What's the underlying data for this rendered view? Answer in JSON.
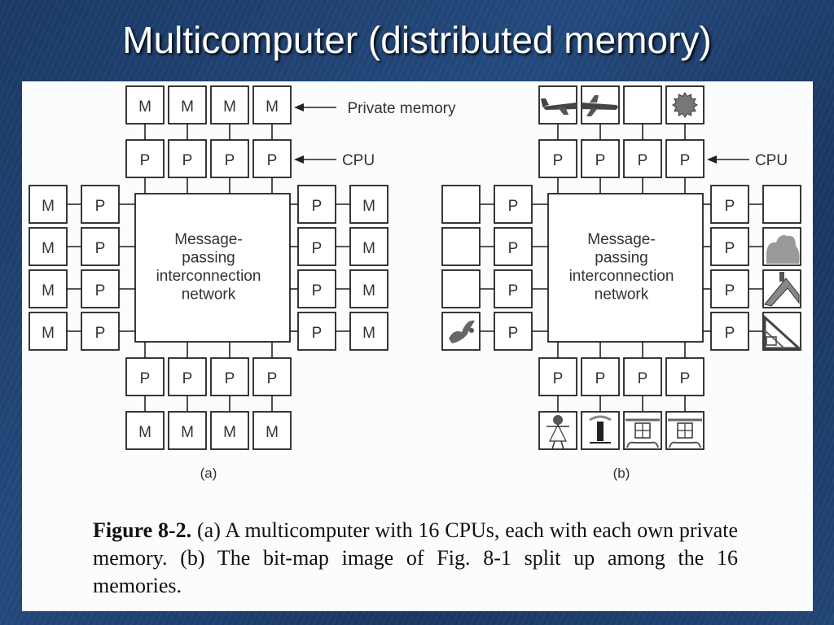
{
  "slide": {
    "title": "Multicomputer (distributed memory)"
  },
  "diagram": {
    "a": {
      "sublabel": "(a)",
      "memory_label": "M",
      "cpu_label": "P",
      "network_label": [
        "Message-",
        "passing",
        "interconnection",
        "network"
      ],
      "callout_memory": "Private memory",
      "callout_cpu": "CPU"
    },
    "b": {
      "sublabel": "(b)",
      "cpu_label": "P",
      "network_label": [
        "Message-",
        "passing",
        "interconnection",
        "network"
      ],
      "callout_cpu": "CPU",
      "memory_images": {
        "top": [
          "airplane-front-icon",
          "airplane-back-icon",
          "empty",
          "sun-icon"
        ],
        "left": [
          "empty",
          "empty",
          "empty",
          "bird-icon"
        ],
        "right": [
          "empty",
          "cloud-icon",
          "roof-icon",
          "house-wall-icon"
        ],
        "bottom": [
          "girl-icon",
          "tree-icon",
          "house-window-icon",
          "house-window-icon"
        ]
      }
    }
  },
  "caption": {
    "label": "Figure 8-2.",
    "text": "(a) A multicomputer with 16 CPUs, each with each own private memory. (b) The bit-map image of Fig. 8-1 split up among the 16 memories."
  }
}
